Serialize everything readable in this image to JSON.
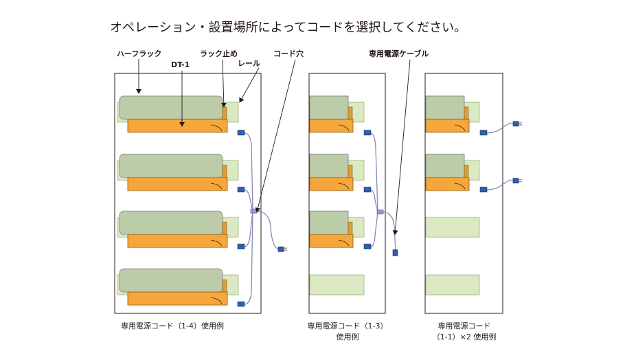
{
  "title": "オペレーション・設置場所によってコードを選択してください。",
  "labels": {
    "half_rack": "ハーフラック",
    "rack_stop": "ラック止め",
    "dt1": "DT-1",
    "rail": "レール",
    "cord_hole": "コード穴",
    "power_cable": "専用電源ケーブル"
  },
  "captions": {
    "left": "専用電源コード（1-4）使用例",
    "middle_line1": "専用電源コード（1-3）",
    "middle_line2": "使用例",
    "right_line1": "専用電源コード",
    "right_line2": "（1-1）×2 使用例"
  }
}
